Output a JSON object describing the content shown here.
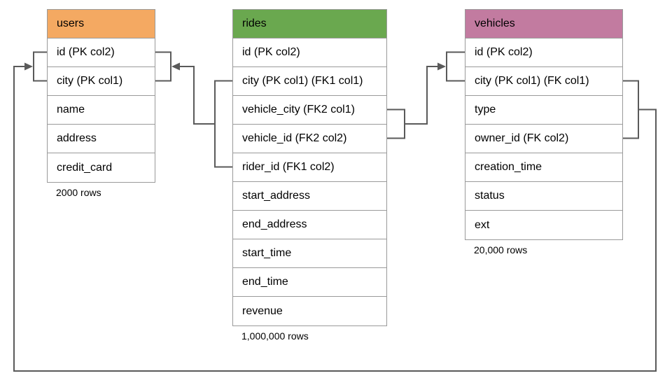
{
  "diagram": {
    "line_color": "#5a5a5a",
    "border_color": "#9a9a9a",
    "tables": [
      {
        "id": "users",
        "title": "users",
        "header_color": "#f4a962",
        "columns": [
          "id (PK col2)",
          "city (PK col1)",
          "name",
          "address",
          "credit_card"
        ],
        "row_count_label": "2000 rows"
      },
      {
        "id": "rides",
        "title": "rides",
        "header_color": "#6aa84f",
        "columns": [
          "id (PK col2)",
          "city (PK col1) (FK1 col1)",
          "vehicle_city (FK2 col1)",
          "vehicle_id (FK2 col2)",
          "rider_id (FK1 col2)",
          "start_address",
          "end_address",
          "start_time",
          "end_time",
          "revenue"
        ],
        "row_count_label": "1,000,000 rows"
      },
      {
        "id": "vehicles",
        "title": "vehicles",
        "header_color": "#c27ba0",
        "columns": [
          "id (PK col2)",
          "city (PK col1) (FK col1)",
          "type",
          "owner_id (FK col2)",
          "creation_time",
          "status",
          "ext"
        ],
        "row_count_label": "20,000 rows"
      }
    ],
    "relationships": [
      {
        "id": "rides-to-users",
        "from_table": "rides",
        "from_rows": [
          "city (PK col1) (FK1 col1)",
          "rider_id (FK1 col2)"
        ],
        "to_table": "users",
        "to_rows": [
          "id (PK col2)",
          "city (PK col1)"
        ]
      },
      {
        "id": "rides-to-vehicles",
        "from_table": "rides",
        "from_rows": [
          "vehicle_city (FK2 col1)",
          "vehicle_id (FK2 col2)"
        ],
        "to_table": "vehicles",
        "to_rows": [
          "id (PK col2)",
          "city (PK col1) (FK col1)"
        ]
      },
      {
        "id": "vehicles-to-users",
        "from_table": "vehicles",
        "from_rows": [
          "city (PK col1) (FK col1)",
          "owner_id (FK col2)"
        ],
        "to_table": "users",
        "to_rows": [
          "id (PK col2)",
          "city (PK col1)"
        ]
      }
    ]
  }
}
